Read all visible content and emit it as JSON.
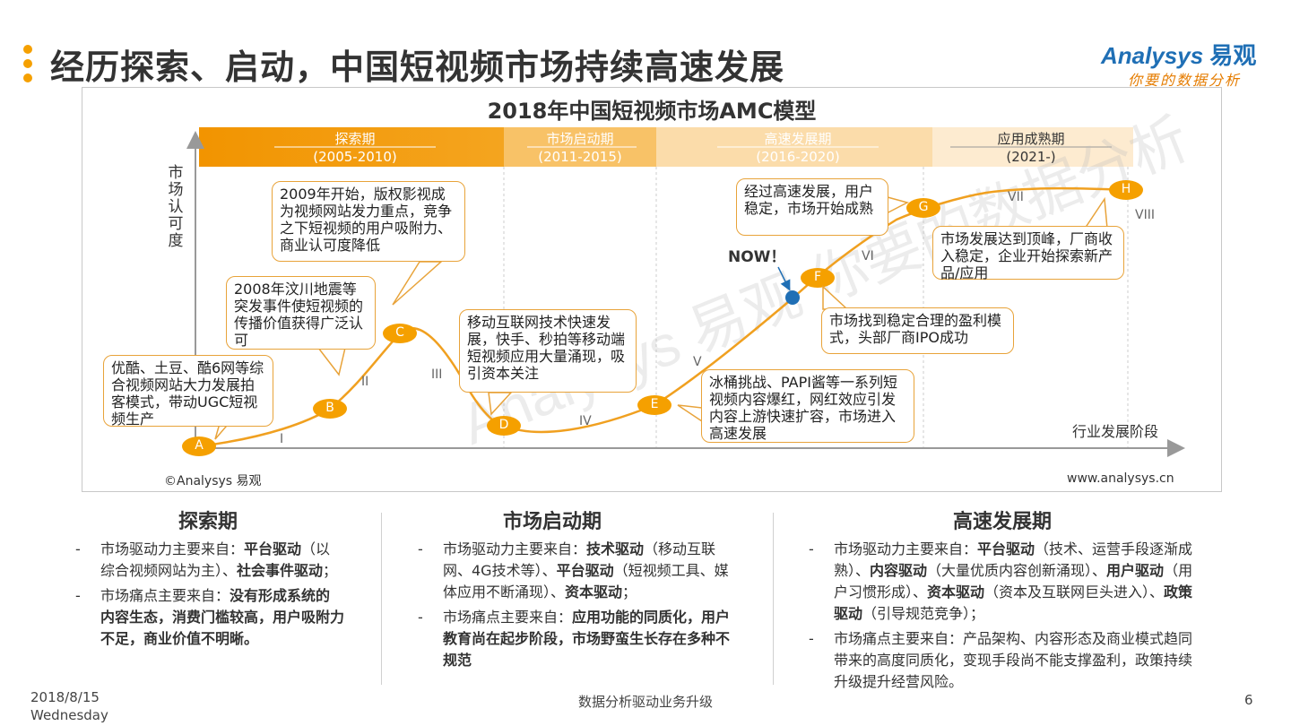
{
  "header": {
    "title": "经历探索、启动，中国短视频市场持续高速发展",
    "logo_brand": "Analysys",
    "logo_cn": "易观",
    "logo_slogan": "你要的数据分析"
  },
  "diagram": {
    "title": "2018年中国短视频市场AMC模型",
    "y_axis_label": "市场认可度",
    "x_axis_label": "行业发展阶段",
    "now_label": "NOW！",
    "copyright": "©Analysys 易观",
    "website": "www.analysys.cn",
    "watermark": "Analysys 易观 你要的数据分析",
    "phases": [
      {
        "name": "探索期",
        "years": "(2005-2010)"
      },
      {
        "name": "市场启动期",
        "years": "(2011-2015)"
      },
      {
        "name": "高速发展期",
        "years": "(2016-2020)"
      },
      {
        "name": "应用成熟期",
        "years": "(2021-)"
      }
    ],
    "nodes": [
      "A",
      "B",
      "C",
      "D",
      "E",
      "F",
      "G",
      "H"
    ],
    "stages": [
      "I",
      "II",
      "III",
      "IV",
      "V",
      "VI",
      "VII",
      "VIII"
    ],
    "bubbles": [
      "优酷、土豆、酷6网等综合视频网站大力发展拍客模式，带动UGC短视频生产",
      "2008年汶川地震等突发事件使短视频的传播价值获得广泛认可",
      "2009年开始，版权影视成为视频网站发力重点，竞争之下短视频的用户吸附力、商业认可度降低",
      "移动互联网技术快速发展，快手、秒拍等移动端短视频应用大量涌现，吸引资本关注",
      "冰桶挑战、PAPI酱等一系列短视频内容爆红，网红效应引发内容上游快速扩容，市场进入高速发展",
      "经过高速发展，用户稳定，市场开始成熟",
      "市场找到稳定合理的盈利模式，头部厂商IPO成功",
      "市场发展达到顶峰，厂商收入稳定，企业开始探索新产品/应用"
    ],
    "colors": {
      "accent": "#f5a000",
      "line": "#f0a020",
      "now_dot": "#1f6fb5"
    }
  },
  "columns": [
    {
      "title": "探索期",
      "items": [
        [
          [
            "t",
            "市场驱动力主要来自："
          ],
          [
            "b",
            "平台驱动"
          ],
          [
            "t",
            "（以综合视频网站为主）、"
          ],
          [
            "b",
            "社会事件驱动"
          ],
          [
            "t",
            "；"
          ]
        ],
        [
          [
            "t",
            "市场痛点主要来自："
          ],
          [
            "b",
            "没有形成系统的内容生态，消费门槛较高，用户吸附力不足，商业价值不明晰。"
          ]
        ]
      ]
    },
    {
      "title": "市场启动期",
      "items": [
        [
          [
            "t",
            "市场驱动力主要来自："
          ],
          [
            "b",
            "技术驱动"
          ],
          [
            "t",
            "（移动互联网、4G技术等）、"
          ],
          [
            "b",
            "平台驱动"
          ],
          [
            "t",
            "（短视频工具、媒体应用不断涌现）、"
          ],
          [
            "b",
            "资本驱动"
          ],
          [
            "t",
            "；"
          ]
        ],
        [
          [
            "t",
            "市场痛点主要来自："
          ],
          [
            "b",
            "应用功能的同质化，用户教育尚在起步阶段，市场野蛮生长存在多种不规范"
          ]
        ]
      ]
    },
    {
      "title": "高速发展期",
      "items": [
        [
          [
            "t",
            "市场驱动力主要来自："
          ],
          [
            "b",
            "平台驱动"
          ],
          [
            "t",
            "（技术、运营手段逐渐成熟）、"
          ],
          [
            "b",
            "内容驱动"
          ],
          [
            "t",
            "（大量优质内容创新涌现）、"
          ],
          [
            "b",
            "用户驱动"
          ],
          [
            "t",
            "（用户习惯形成）、"
          ],
          [
            "b",
            "资本驱动"
          ],
          [
            "t",
            "（资本及互联网巨头进入）、"
          ],
          [
            "b",
            "政策驱动"
          ],
          [
            "t",
            "（引导规范竞争）；"
          ]
        ],
        [
          [
            "t",
            "市场痛点主要来自：产品架构、内容形态及商业模式趋同带来的高度同质化，变现手段尚不能支撑盈利，政策持续升级提升经营风险。"
          ]
        ]
      ]
    }
  ],
  "footer": {
    "date": "2018/8/15",
    "weekday": "Wednesday",
    "slogan": "数据分析驱动业务升级",
    "page": "6"
  }
}
